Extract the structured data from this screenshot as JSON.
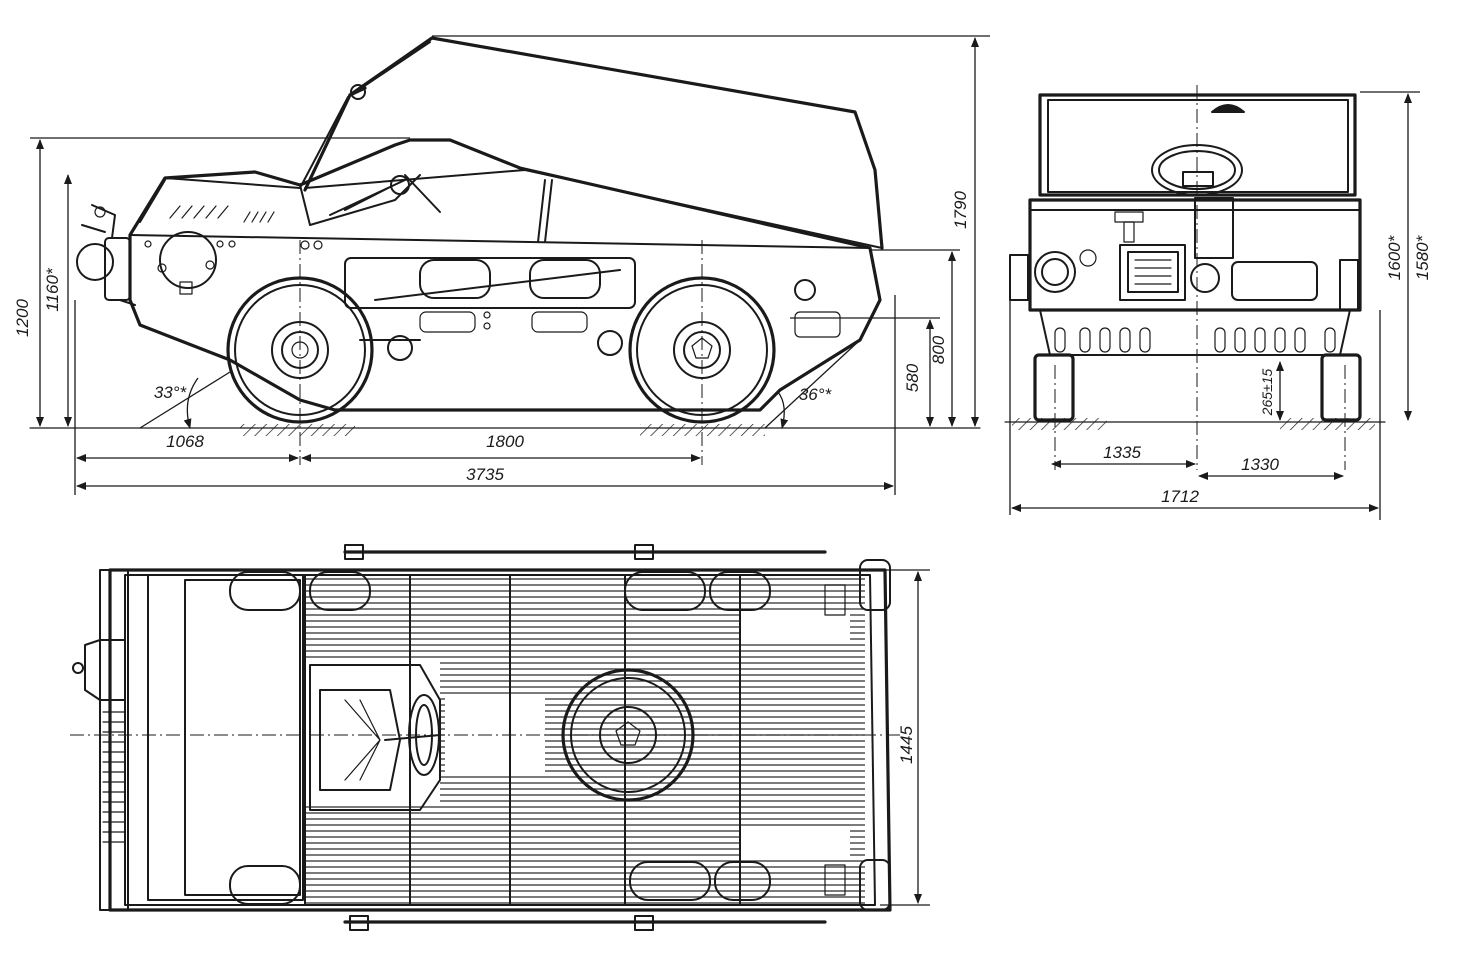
{
  "dimensions": {
    "side": {
      "height_total": "1790",
      "height_body": "1200",
      "height_body_alt": "1160*",
      "front_overhang": "1068",
      "wheelbase": "1800",
      "length": "3735",
      "ground_clearance": "580",
      "axle_height": "800",
      "approach_angle": "33°*",
      "departure_angle": "36°*"
    },
    "front": {
      "height": "1600*",
      "height_alt": "1580*",
      "track_front": "1335",
      "track_rear": "1330",
      "clearance": "265±15",
      "width": "1712"
    },
    "top": {
      "inner_width": "1445"
    }
  }
}
